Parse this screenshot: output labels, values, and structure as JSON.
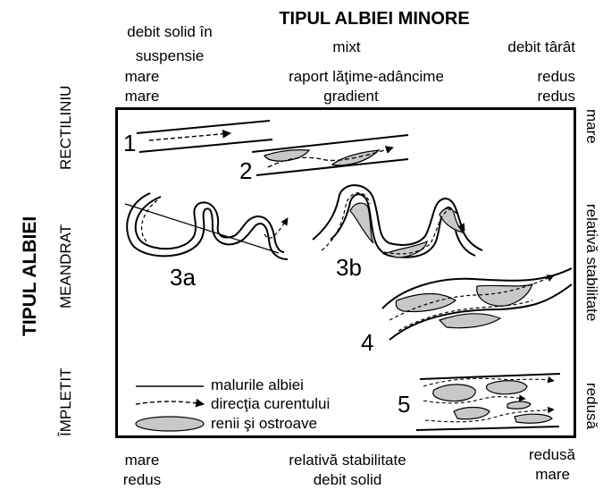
{
  "title": "TIPUL ALBIEI MINORE",
  "top_left": {
    "line1": "debit solid în",
    "line2": "suspensie",
    "line3": "mare",
    "line4": "mare"
  },
  "top_center": {
    "line1": "mixt",
    "line2": "raport lăţime-adâncime",
    "line3": "gradient"
  },
  "top_right": {
    "line1": "debit târât",
    "line2": "redus",
    "line3": "redus"
  },
  "left_axis_title": "TIPUL ALBIEI",
  "left_types": {
    "rectiliniu": "RECTILINIU",
    "meandrat": "MEANDRAT",
    "impletit": "ÎMPLETIT"
  },
  "right_labels": {
    "top": "mare",
    "middle": "relativă stabilitate",
    "bottom": "redusă"
  },
  "bottom_left": {
    "line1": "mare",
    "line2": "redus"
  },
  "bottom_center": {
    "line1": "relativă stabilitate",
    "line2": "debit solid"
  },
  "bottom_right": {
    "line1": "redusă",
    "line2": "mare"
  },
  "numbers": {
    "n1": "1",
    "n2": "2",
    "n3a": "3a",
    "n3b": "3b",
    "n4": "4",
    "n5": "5"
  },
  "legend": {
    "banks": "malurile albiei",
    "current": "direcţia curentului",
    "bars": "renii şi ostroave"
  },
  "colors": {
    "fill": "#c8c8c8",
    "line": "#000000"
  }
}
